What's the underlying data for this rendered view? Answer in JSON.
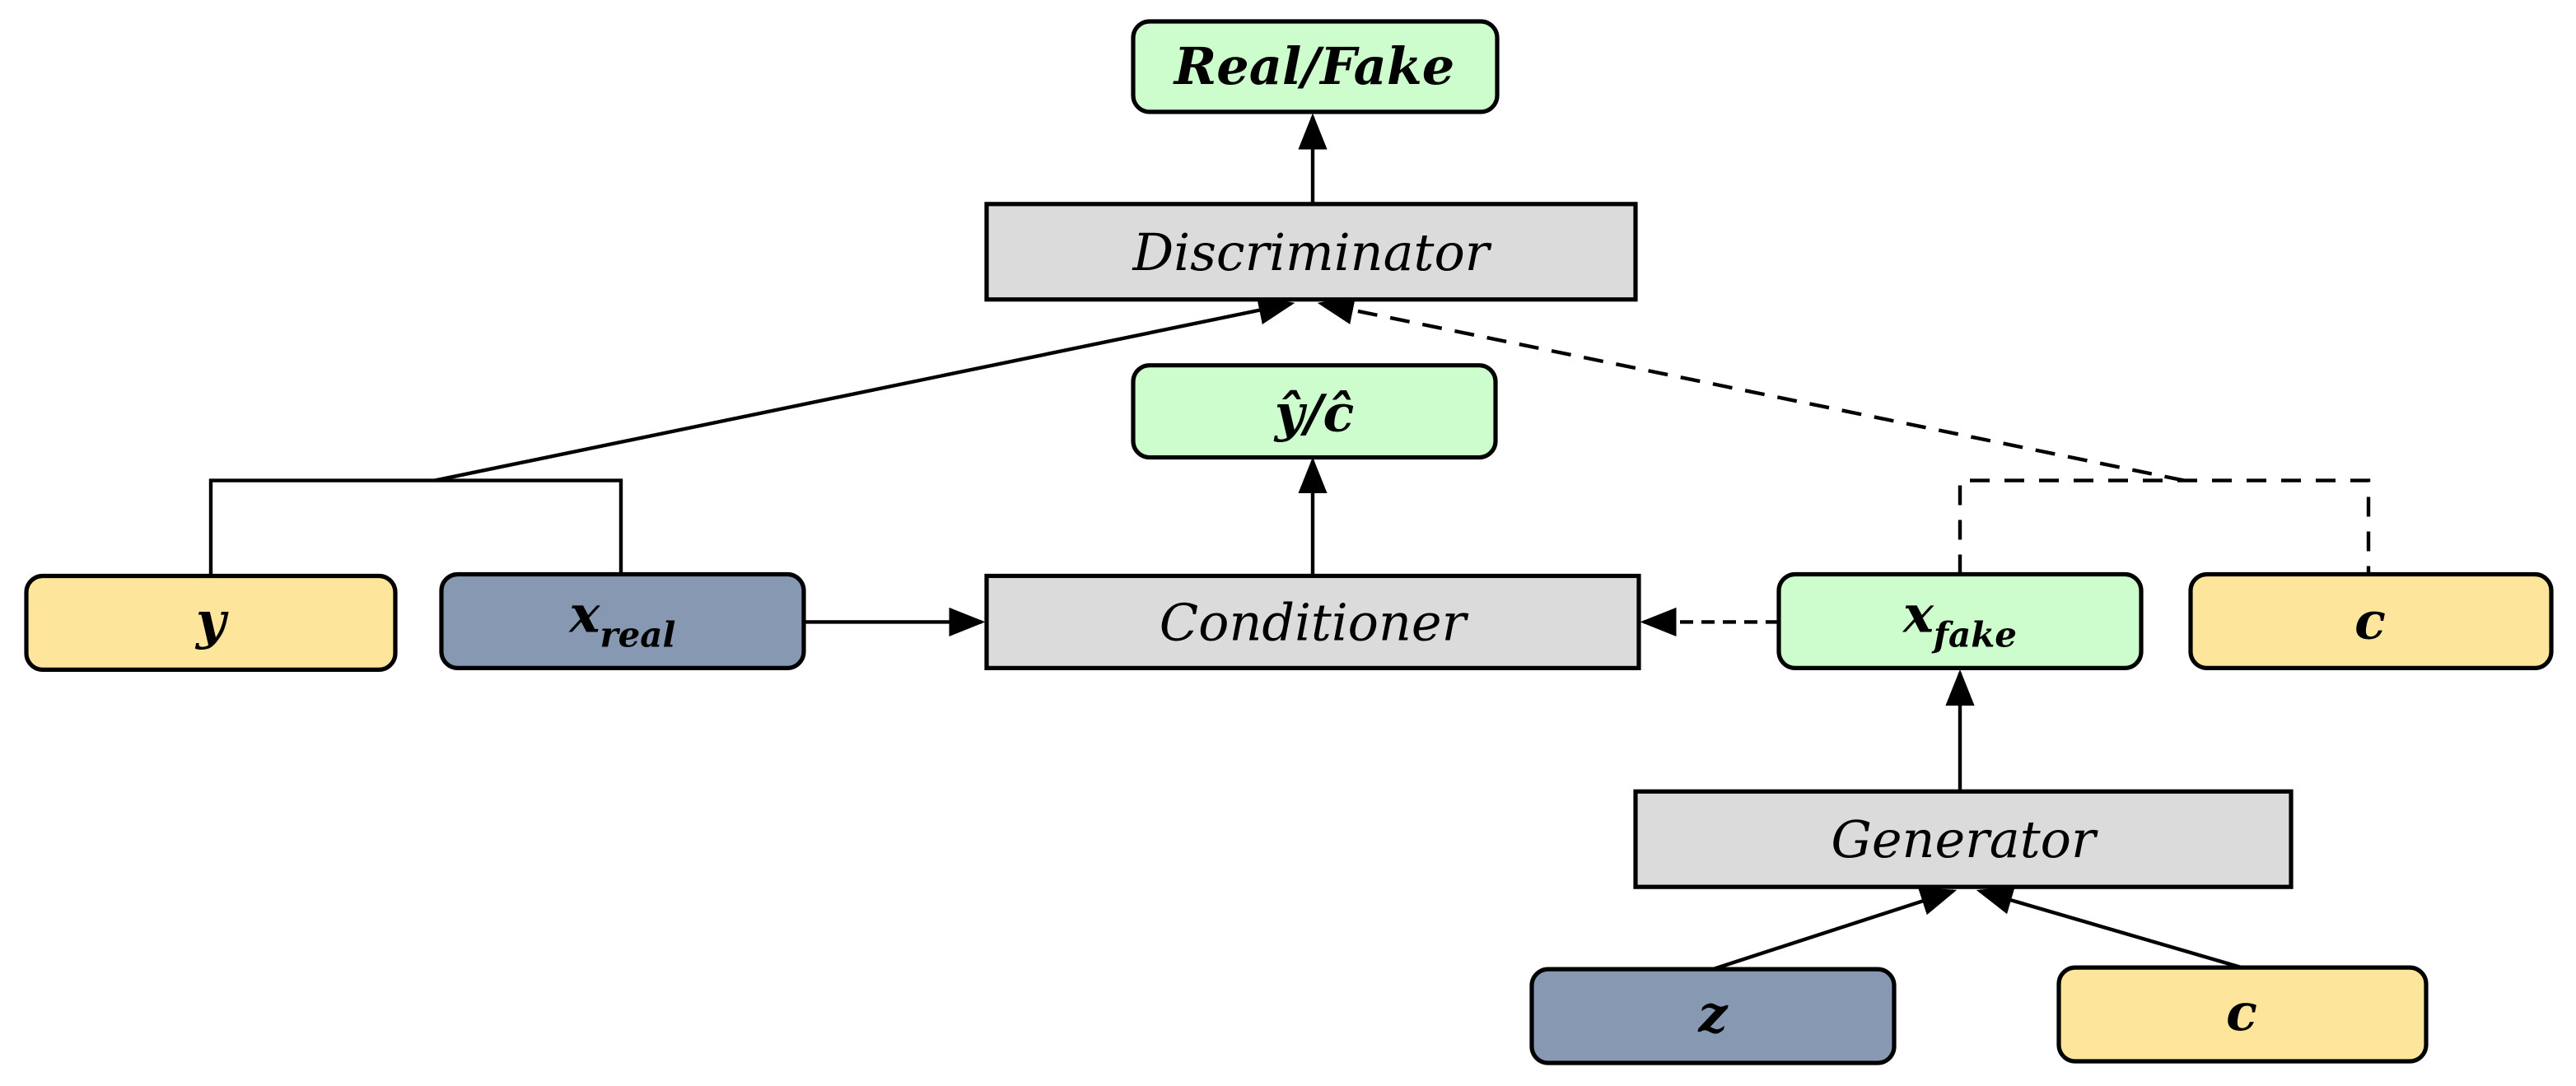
{
  "colors": {
    "background": "#ffffff",
    "box_border": "#000000",
    "module_gray": "#dbdbdb",
    "output_green": "#cdfccd",
    "condition_yellow": "#fde59b",
    "data_slate": "#8799b2",
    "line_black": "#000000"
  },
  "nodes": {
    "real_fake": {
      "label": "Real/Fake"
    },
    "discriminator": {
      "label": "Discriminator"
    },
    "y_hat_c_hat": {
      "label": "ŷ/ĉ"
    },
    "y_input": {
      "label": "y"
    },
    "x_real": {
      "base": "x",
      "sub": "real"
    },
    "conditioner": {
      "label": "Conditioner"
    },
    "x_fake": {
      "base": "x",
      "sub": "fake"
    },
    "c_condition_right": {
      "label": "c"
    },
    "generator": {
      "label": "Generator"
    },
    "z_noise": {
      "label": "z"
    },
    "c_condition_bottom": {
      "label": "c"
    }
  }
}
